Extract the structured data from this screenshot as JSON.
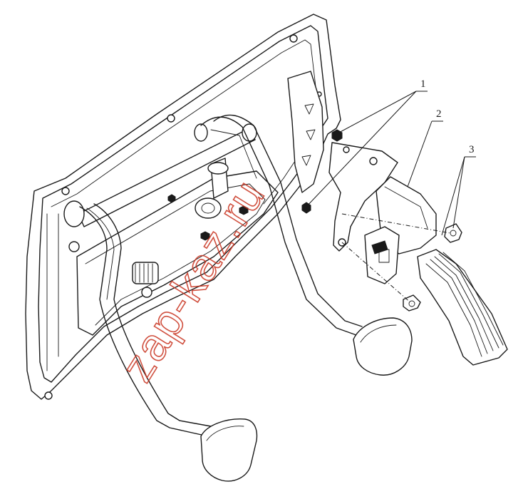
{
  "diagram": {
    "callouts": [
      {
        "id": "1",
        "label": "1"
      },
      {
        "id": "2",
        "label": "2"
      },
      {
        "id": "3",
        "label": "3"
      }
    ],
    "watermark": "zap-kaz.ru",
    "colors": {
      "line": "#1a1a1a",
      "background": "#ffffff",
      "watermark": "#c8321e"
    }
  }
}
